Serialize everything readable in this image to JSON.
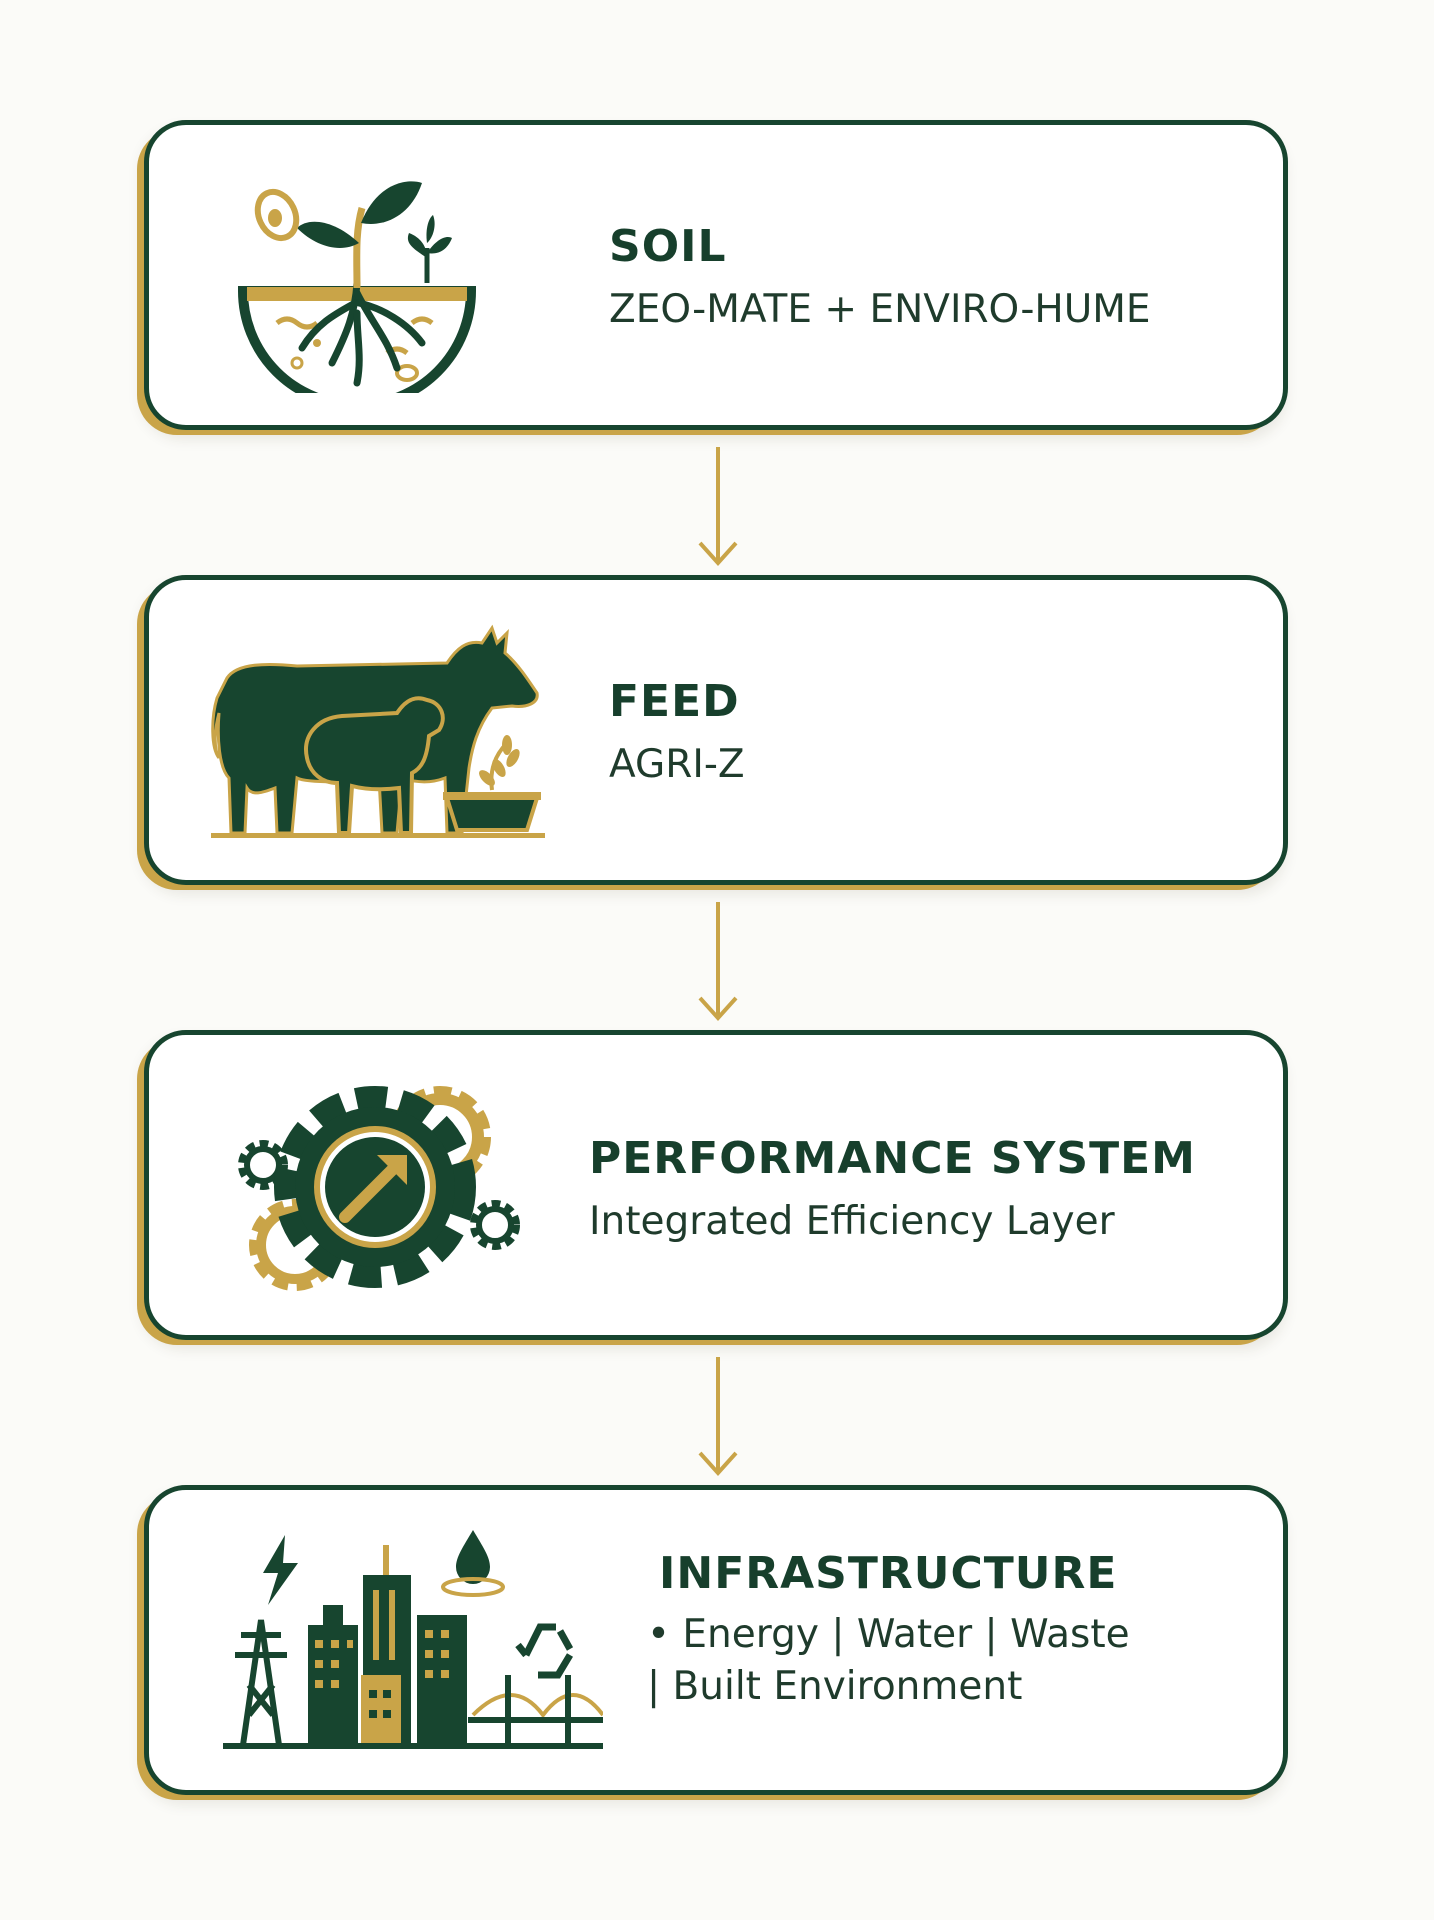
{
  "steps": [
    {
      "title": "SOIL",
      "subtitle": "ZEO-MATE + ENVIRO-HUME",
      "icon": "soil-roots-sprout-icon"
    },
    {
      "title": "FEED",
      "subtitle": "AGRI-Z",
      "icon": "cow-sheep-feed-bowl-icon"
    },
    {
      "title": "PERFORMANCE SYSTEM",
      "subtitle": "Integrated Efficiency Layer",
      "icon": "gears-arrow-icon"
    },
    {
      "title": "INFRASTRUCTURE",
      "subtitle_line1": "• Energy | Water | Waste",
      "subtitle_line2": "| Built Environment",
      "icon": "city-infrastructure-icon"
    }
  ],
  "colors": {
    "green": "#17452f",
    "gold": "#c9a448",
    "background": "#fbfbf8"
  }
}
